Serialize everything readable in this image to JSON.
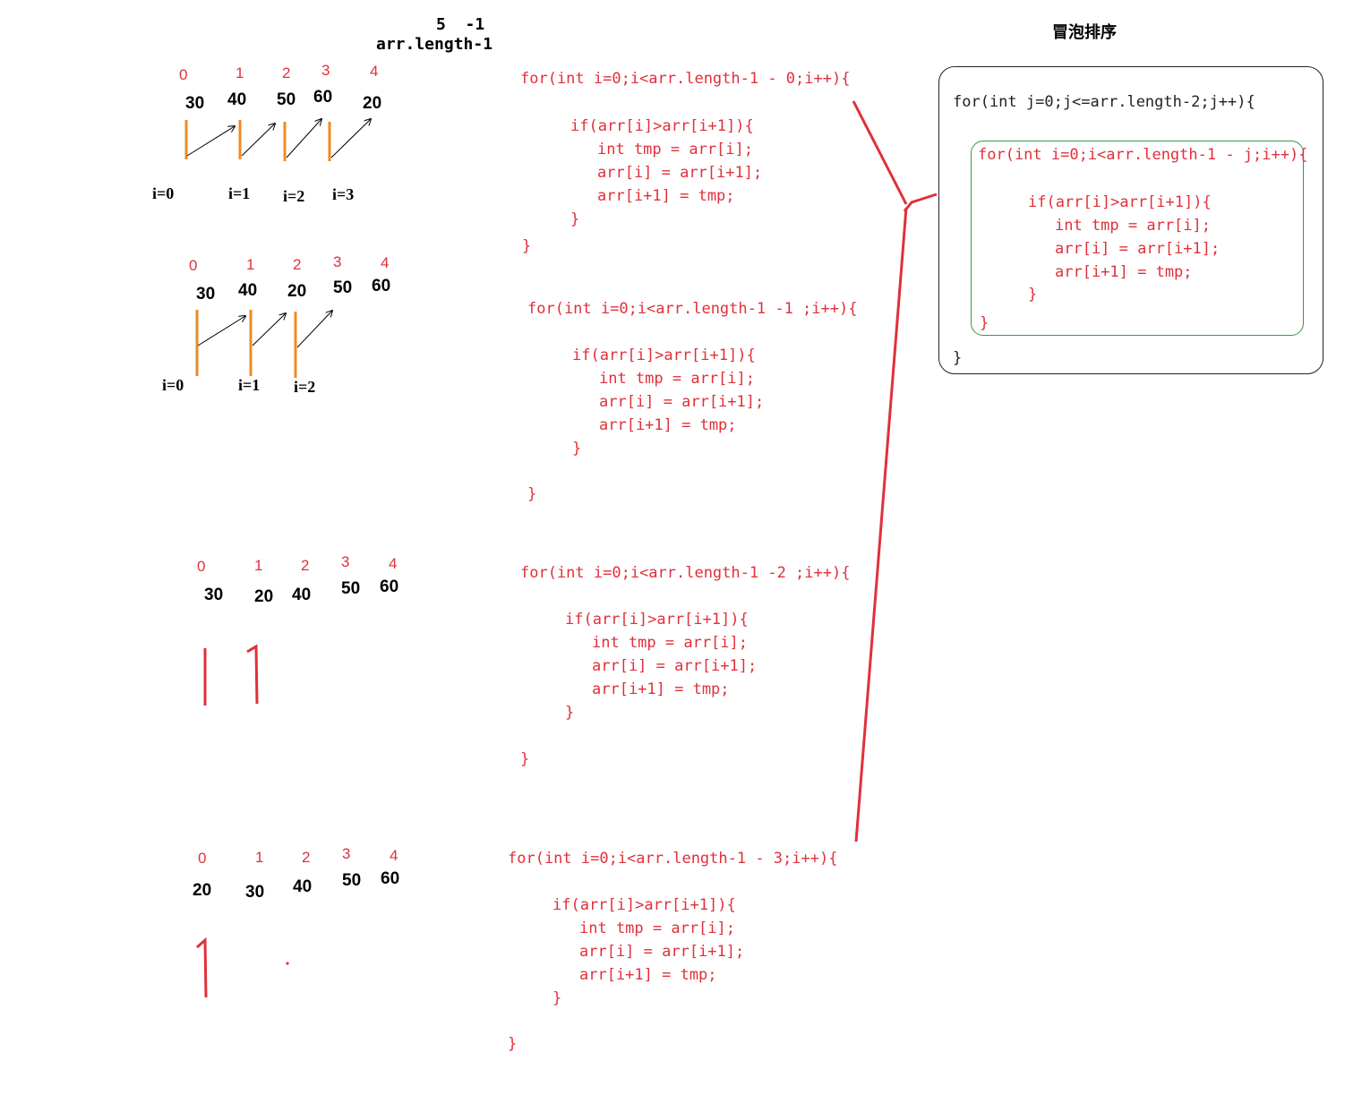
{
  "header": {
    "line1": "5  -1",
    "line2": "arr.length-1",
    "title": "冒泡排序"
  },
  "passes": [
    {
      "indices": [
        "0",
        "1",
        "2",
        "3",
        "4"
      ],
      "values": [
        "30",
        "40",
        "50",
        "60",
        "20"
      ],
      "i_labels": [
        "i=0",
        "i=1",
        "i=2",
        "i=3"
      ]
    },
    {
      "indices": [
        "0",
        "1",
        "2",
        "3",
        "4"
      ],
      "values": [
        "30",
        "40",
        "20",
        "50",
        "60"
      ],
      "i_labels": [
        "i=0",
        "i=1",
        "i=2"
      ]
    },
    {
      "indices": [
        "0",
        "1",
        "2",
        "3",
        "4"
      ],
      "values": [
        "30",
        "20",
        "40",
        "50",
        "60"
      ],
      "i_labels": []
    },
    {
      "indices": [
        "0",
        "1",
        "2",
        "3",
        "4"
      ],
      "values": [
        "20",
        "30",
        "40",
        "50",
        "60"
      ],
      "i_labels": []
    }
  ],
  "code_blocks": [
    {
      "for_line": "for(int i=0;i<arr.length-1 - 0;i++){",
      "if_line": "if(arr[i]>arr[i+1]){",
      "line_tmp": "int tmp = arr[i];",
      "line_assign1": "arr[i] = arr[i+1];",
      "line_assign2": "arr[i+1] = tmp;",
      "close_inner": "}",
      "close_outer": "}"
    },
    {
      "for_line": "for(int i=0;i<arr.length-1 -1 ;i++){",
      "if_line": "if(arr[i]>arr[i+1]){",
      "line_tmp": "int tmp = arr[i];",
      "line_assign1": "arr[i] = arr[i+1];",
      "line_assign2": "arr[i+1] = tmp;",
      "close_inner": "}",
      "close_outer": "}"
    },
    {
      "for_line": "for(int i=0;i<arr.length-1 -2 ;i++){",
      "if_line": "if(arr[i]>arr[i+1]){",
      "line_tmp": "int tmp = arr[i];",
      "line_assign1": "arr[i] = arr[i+1];",
      "line_assign2": "arr[i+1] = tmp;",
      "close_inner": "}",
      "close_outer": "}"
    },
    {
      "for_line": "for(int i=0;i<arr.length-1 - 3;i++){",
      "if_line": "if(arr[i]>arr[i+1]){",
      "line_tmp": "int tmp = arr[i];",
      "line_assign1": "arr[i] = arr[i+1];",
      "line_assign2": "arr[i+1] = tmp;",
      "close_inner": "}",
      "close_outer": "}"
    }
  ],
  "summary_box": {
    "outer_for": "for(int j=0;j<=arr.length-2;j++){",
    "inner_for": "for(int i=0;i<arr.length-1 - j;i++){",
    "if_line": "if(arr[i]>arr[i+1]){",
    "line_tmp": "int tmp = arr[i];",
    "line_assign1": "arr[i] = arr[i+1];",
    "line_assign2": "arr[i+1] = tmp;",
    "close_if": "}",
    "close_inner": "}",
    "close_outer": "}"
  },
  "colors": {
    "red": "#e0303a",
    "orange": "#f08a24",
    "green": "#2e9e3e",
    "black": "#000000"
  }
}
